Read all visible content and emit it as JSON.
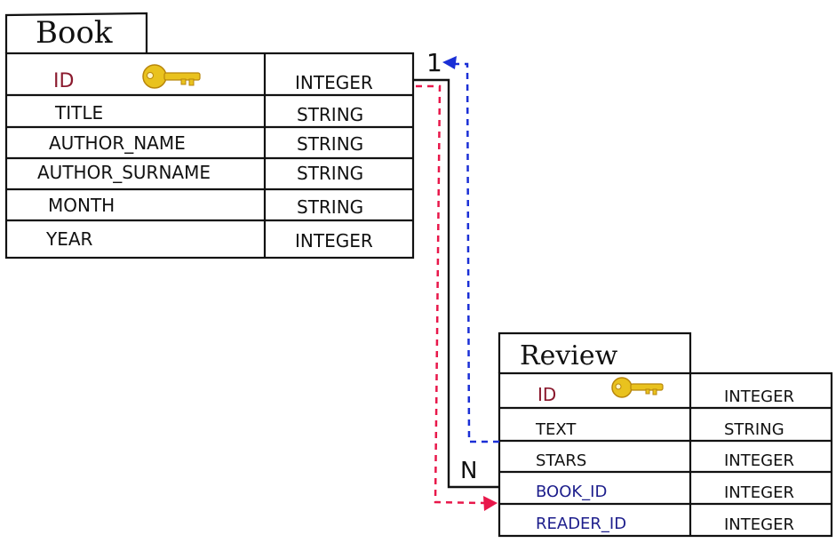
{
  "book": {
    "title": "Book",
    "rows": [
      {
        "name": "ID",
        "type": "INTEGER",
        "key": true,
        "kind": "pk"
      },
      {
        "name": "TITLE",
        "type": "STRING",
        "key": false,
        "kind": "normal"
      },
      {
        "name": "AUTHOR_NAME",
        "type": "STRING",
        "key": false,
        "kind": "normal"
      },
      {
        "name": "AUTHOR_SURNAME",
        "type": "STRING",
        "key": false,
        "kind": "normal"
      },
      {
        "name": "MONTH",
        "type": "STRING",
        "key": false,
        "kind": "normal"
      },
      {
        "name": "YEAR",
        "type": "INTEGER",
        "key": false,
        "kind": "normal"
      }
    ]
  },
  "review": {
    "title": "Review",
    "rows": [
      {
        "name": "ID",
        "type": "INTEGER",
        "key": true,
        "kind": "pk"
      },
      {
        "name": "TEXT",
        "type": "STRING",
        "key": false,
        "kind": "normal"
      },
      {
        "name": "STARS",
        "type": "INTEGER",
        "key": false,
        "kind": "normal"
      },
      {
        "name": "BOOK_ID",
        "type": "INTEGER",
        "key": false,
        "kind": "fk"
      },
      {
        "name": "READER_ID",
        "type": "INTEGER",
        "key": false,
        "kind": "fk"
      }
    ]
  },
  "relation": {
    "one_label": "1",
    "many_label": "N"
  },
  "colors": {
    "ink": "#111111",
    "pk": "#8b1a2e",
    "fk": "#1d1e8c",
    "blue_dash": "#1a2fd6",
    "red_dash": "#e8174a",
    "key_gold": "#e9c21e",
    "key_outline": "#b8860b"
  }
}
